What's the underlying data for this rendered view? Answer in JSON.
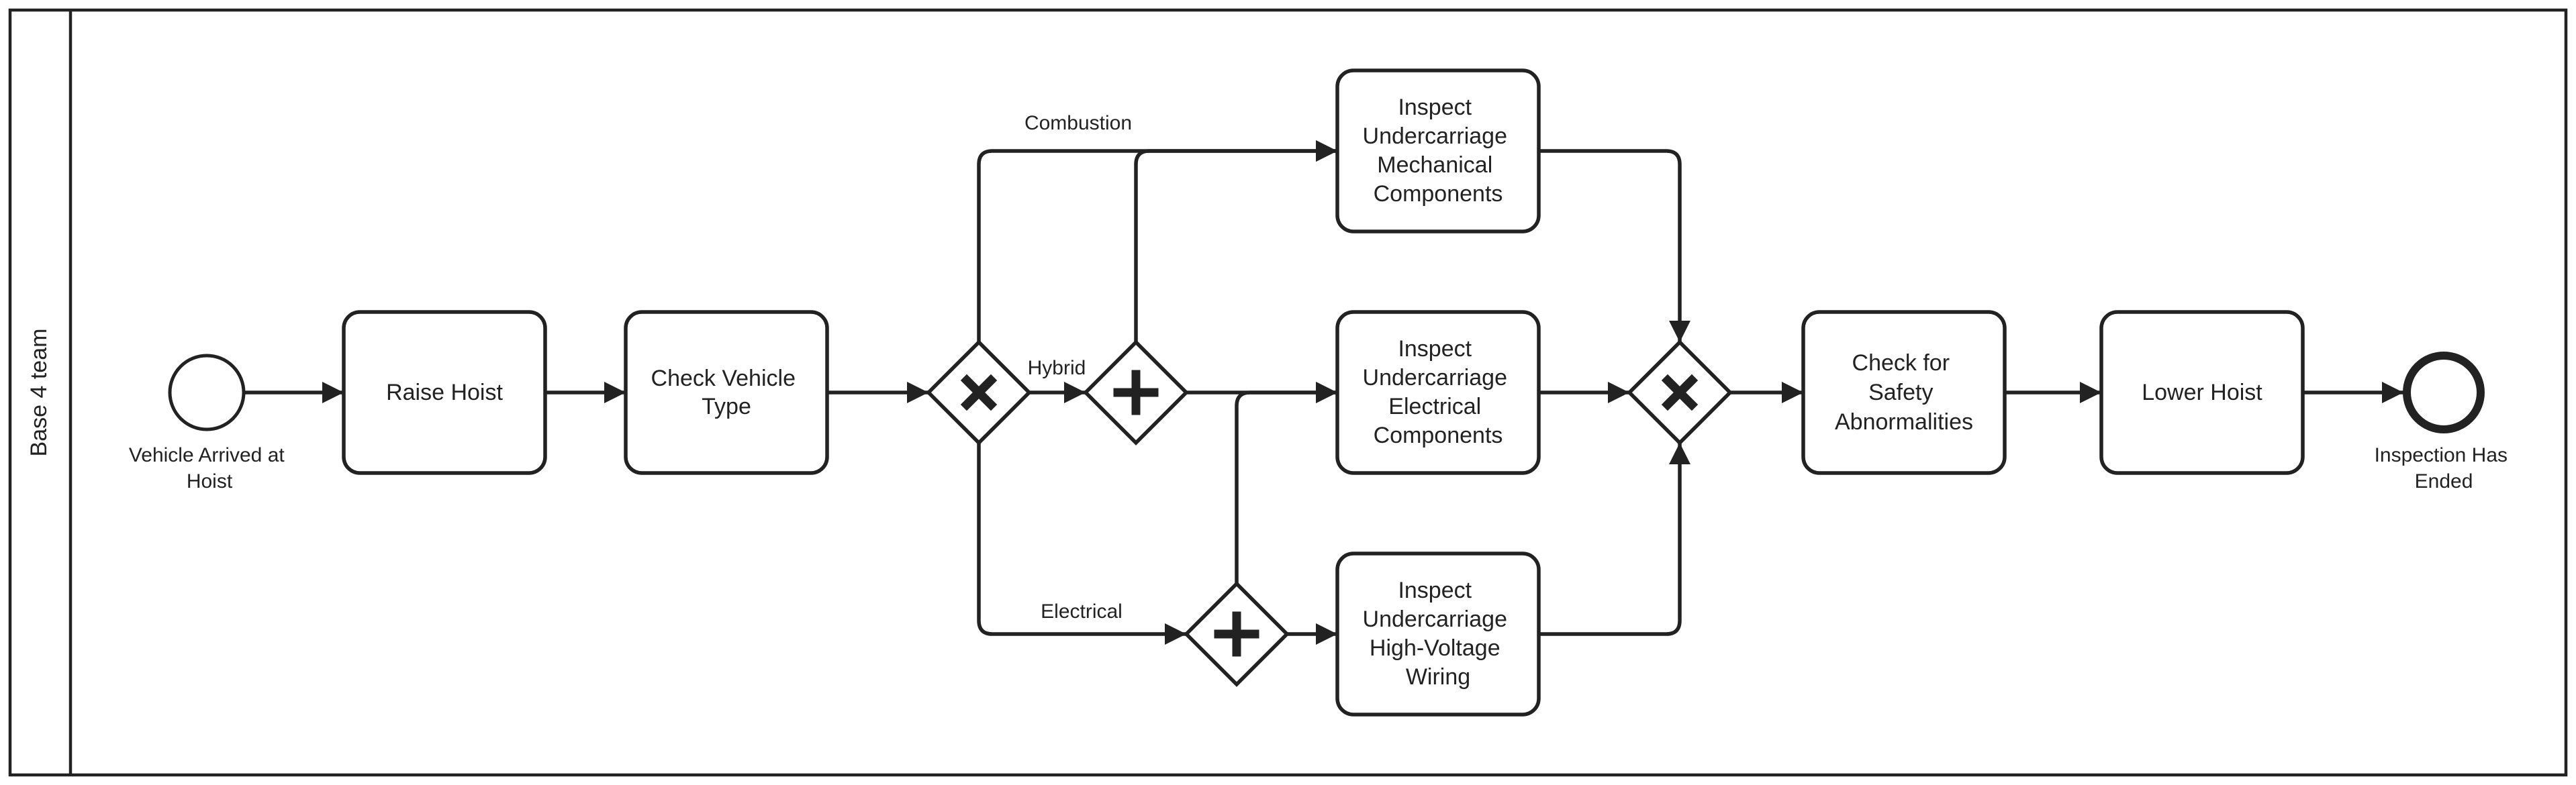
{
  "pool": {
    "label": "Base 4 team"
  },
  "colors": {
    "stroke": "#222222",
    "fill": "#ffffff",
    "background": "#ffffff"
  },
  "events": {
    "start": {
      "label": "Vehicle Arrived at Hoist",
      "lines": [
        "Vehicle Arrived at",
        "Hoist"
      ]
    },
    "end": {
      "label": "Inspection Has Ended",
      "lines": [
        "Inspection Has",
        "Ended"
      ]
    }
  },
  "tasks": {
    "raise_hoist": {
      "label": "Raise Hoist",
      "lines": [
        "Raise Hoist"
      ]
    },
    "check_vehicle_type": {
      "label": "Check Vehicle Type",
      "lines": [
        "Check Vehicle",
        "Type"
      ]
    },
    "inspect_mechanical": {
      "label": "Inspect Undercarriage Mechanical Components",
      "lines": [
        "Inspect",
        "Undercarriage",
        "Mechanical",
        "Components"
      ]
    },
    "inspect_electrical": {
      "label": "Inspect Undercarriage Electrical Components",
      "lines": [
        "Inspect",
        "Undercarriage",
        "Electrical",
        "Components"
      ]
    },
    "inspect_hv_wiring": {
      "label": "Inspect Undercarriage High-Voltage Wiring",
      "lines": [
        "Inspect",
        "Undercarriage",
        "High-Voltage",
        "Wiring"
      ]
    },
    "check_safety": {
      "label": "Check for Safety Abnormalities",
      "lines": [
        "Check for",
        "Safety",
        "Abnormalities"
      ]
    },
    "lower_hoist": {
      "label": "Lower Hoist",
      "lines": [
        "Lower Hoist"
      ]
    }
  },
  "gateways": {
    "vehicle_type_split": {
      "type": "exclusive",
      "marker": "X"
    },
    "hybrid_parallel_split": {
      "type": "parallel",
      "marker": "+"
    },
    "electrical_parallel_split": {
      "type": "parallel",
      "marker": "+"
    },
    "inspection_merge": {
      "type": "exclusive",
      "marker": "X"
    }
  },
  "flow_labels": {
    "combustion": "Combustion",
    "hybrid": "Hybrid",
    "electrical": "Electrical"
  }
}
